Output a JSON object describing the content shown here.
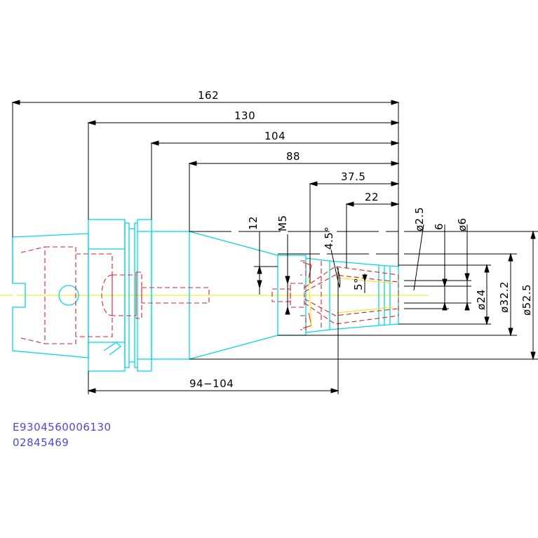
{
  "dimensions": {
    "overall_length": "162",
    "flange_length": "130",
    "taper_start_length": "104",
    "nose_length": "88",
    "collet_length": "37.5",
    "collet_depth": "22",
    "adjust_range": "94−104",
    "dia_2_5": "ø2.5",
    "dia_6_upper": "6",
    "dia_6": "ø6",
    "dia_24": "ø24",
    "dia_32_2": "ø32.2",
    "dia_52_5": "ø52.5",
    "thread_12": "12",
    "thread_m5": "M5",
    "angle_4_5": "4.5°",
    "angle_5": "5°"
  },
  "codes": {
    "part_number": "E9304560006130",
    "order_number": "02845469"
  },
  "colors": {
    "outline": "#00d8e8",
    "hidden": "#e02020",
    "dimension": "#000000",
    "centerline": "#e8e800",
    "code_text": "#4a4ad8"
  }
}
